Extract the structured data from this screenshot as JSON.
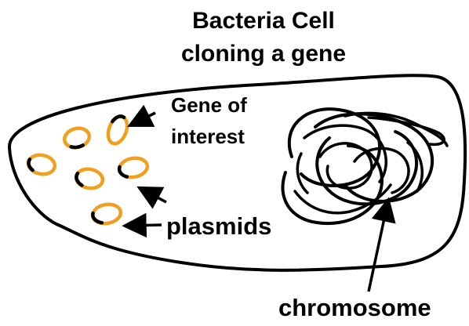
{
  "title": {
    "line1": "Bacteria Cell",
    "line2": "cloning a gene"
  },
  "labels": {
    "gene_line1": "Gene of",
    "gene_line2": "interest",
    "plasmids": "plasmids",
    "chromosome": "chromosome"
  },
  "colors": {
    "plasmid": "#f0a020",
    "gene_segment": "#000000",
    "outline": "#000000",
    "background": "#ffffff"
  },
  "icons": {
    "plasmid_shape": "ellipse-ring",
    "pointer": "arrow"
  }
}
